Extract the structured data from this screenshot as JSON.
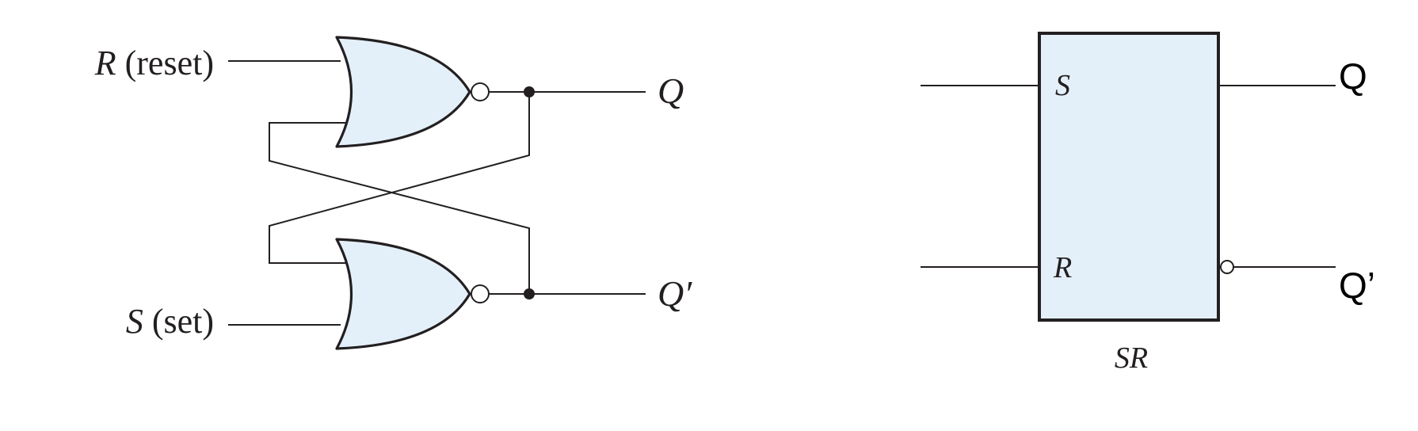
{
  "nor_latch": {
    "input_r": {
      "letter": "R",
      "desc": "(reset)"
    },
    "input_s": {
      "letter": "S",
      "desc": "(set)"
    },
    "output_q": "Q",
    "output_q_bar": "Q′"
  },
  "sr_block": {
    "pin_s": "S",
    "pin_r": "R",
    "caption": "SR",
    "output_q": "Q",
    "output_q_bar": "Q’"
  },
  "colors": {
    "gate_fill": "#e3f0fa",
    "line": "#231f20"
  }
}
